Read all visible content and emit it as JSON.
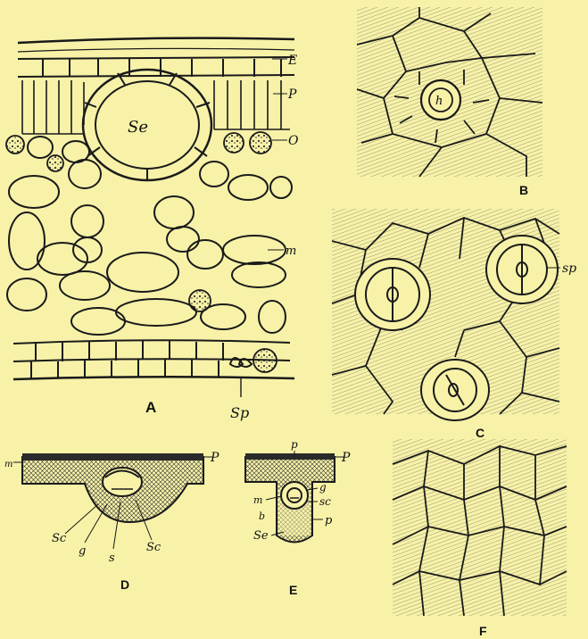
{
  "plate": {
    "background": "#f7f2a8",
    "ink": "#1a1a1a",
    "panel_letters": {
      "a": "A",
      "b": "B",
      "c": "C",
      "d": "D",
      "e": "E",
      "f": "F"
    }
  },
  "panel_a": {
    "labels": {
      "E": "E",
      "P": "P",
      "O": "O",
      "Se": "Se",
      "m": "m",
      "Sp": "Sp"
    }
  },
  "panel_b": {
    "labels": {
      "h": "h"
    }
  },
  "panel_c": {
    "labels": {
      "sp": "sp"
    }
  },
  "panel_d": {
    "labels": {
      "m": "m",
      "P": "P",
      "Sc_left": "Sc",
      "g": "g",
      "s": "s",
      "Sc_right": "Sc"
    }
  },
  "panel_e": {
    "labels": {
      "p_top": "p",
      "P": "P",
      "m": "m",
      "b": "b",
      "g": "g",
      "sc": "sc",
      "p_lower": "p",
      "Se": "Se"
    }
  }
}
